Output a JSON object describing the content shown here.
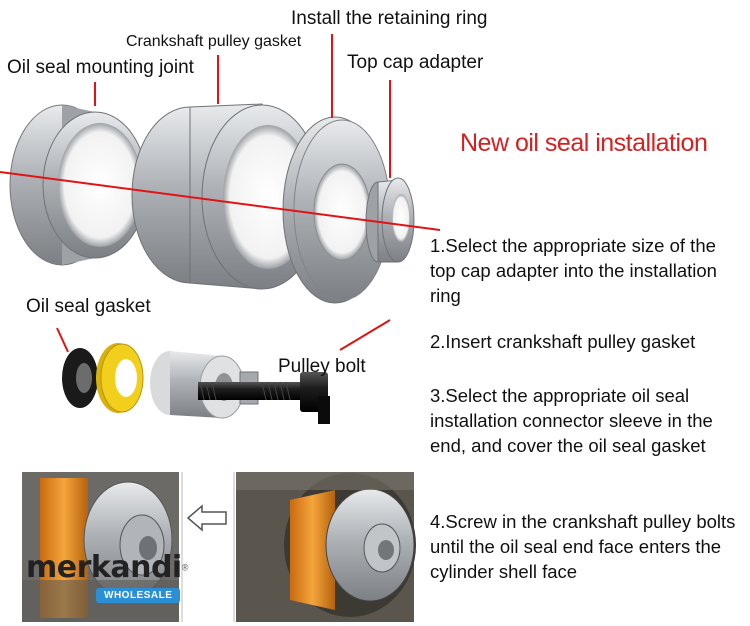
{
  "labels": {
    "retaining_ring": "Install the retaining ring",
    "pulley_gasket": "Crankshaft pulley gasket",
    "mounting_joint": "Oil seal mounting joint",
    "top_cap": "Top cap adapter",
    "oil_seal_gasket": "Oil seal gasket",
    "pulley_bolt": "Pulley bolt"
  },
  "title": "New oil seal installation",
  "steps": [
    "1.Select the appropriate size of the top cap adapter into the installation ring",
    "2.Insert crankshaft pulley gasket",
    "3.Select the appropriate oil seal installation connector sleeve in the end, and cover the oil seal gasket",
    "4.Screw in the crankshaft pulley bolts until the oil seal end face enters the cylinder shell face"
  ],
  "logo": {
    "name": "merkandi",
    "badge": "WHOLESALE",
    "mark": "®"
  },
  "colors": {
    "accent": "#d42121",
    "metal": "#b9bcc0",
    "yellow": "#f2cf1d",
    "badge": "#2b8fd6"
  }
}
